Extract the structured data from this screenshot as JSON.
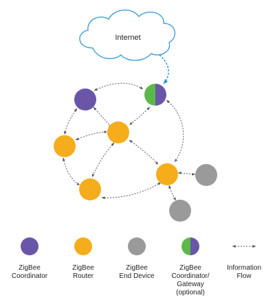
{
  "cloud_label": "Internet",
  "colors": {
    "coordinator": "#6a55a8",
    "router": "#f5ad1b",
    "end_device": "#9a9a9a",
    "gateway_left": "#5cb848",
    "gateway_right": "#6a55a8",
    "link": "#555555",
    "internet_link": "#1f8fd6",
    "cloud_stroke": "#2e97d8"
  },
  "legend": [
    {
      "icon": "zigbee-coordinator-circle-icon",
      "lines": [
        "ZigBee",
        "Coordinator"
      ]
    },
    {
      "icon": "zigbee-router-circle-icon",
      "lines": [
        "ZigBee",
        "Router"
      ]
    },
    {
      "icon": "zigbee-end-device-circle-icon",
      "lines": [
        "ZigBee",
        "End Device"
      ]
    },
    {
      "icon": "zigbee-gateway-split-circle-icon",
      "lines": [
        "ZigBee",
        "Coordinator/",
        "Gateway",
        "(optional)"
      ]
    },
    {
      "icon": "information-flow-dashed-arrow-icon",
      "lines": [
        "Information",
        "Flow"
      ]
    }
  ]
}
